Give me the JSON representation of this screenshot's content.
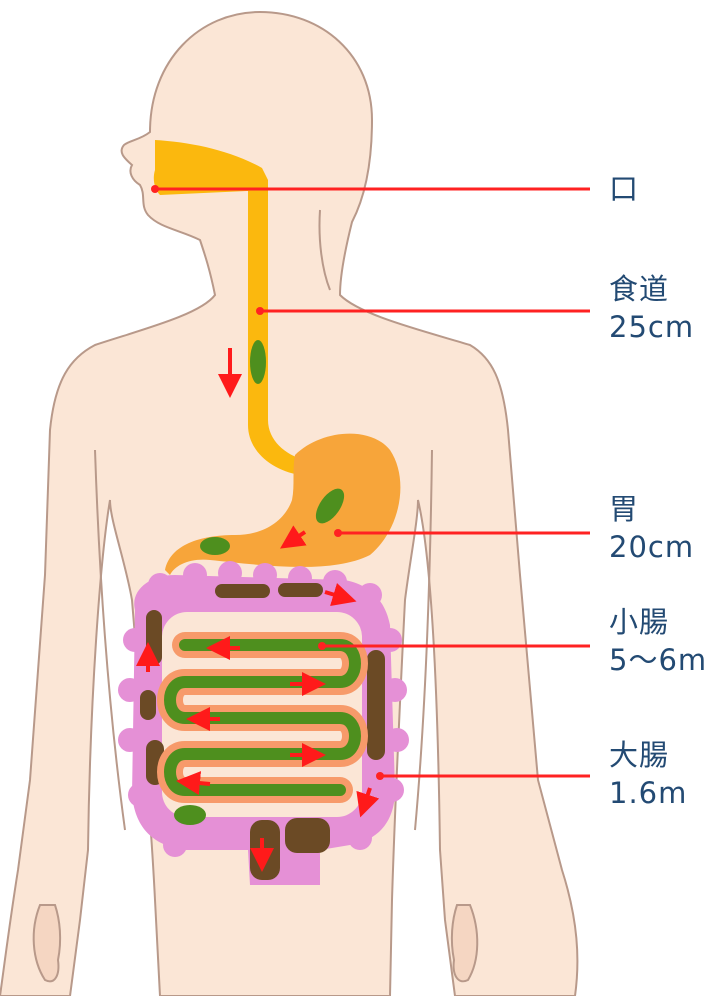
{
  "organs": [
    {
      "id": "mouth",
      "name": "口",
      "length": ""
    },
    {
      "id": "esophagus",
      "name": "食道",
      "length": "25cm"
    },
    {
      "id": "stomach",
      "name": "胃",
      "length": "20cm"
    },
    {
      "id": "small-intestine",
      "name": "小腸",
      "length": "5〜6m"
    },
    {
      "id": "large-intestine",
      "name": "大腸",
      "length": "1.6m"
    }
  ],
  "colors": {
    "skin": "#fbe6d6",
    "outline": "#b8998a",
    "esophagus": "#fbb80e",
    "stomach": "#f7a53a",
    "small_intestine_wall": "#f79a6a",
    "small_intestine_content": "#4e8f1e",
    "large_intestine_wall": "#e590d6",
    "large_intestine_content": "#6b4a25",
    "leader_line": "#ff2222",
    "arrow": "#ff1a1a",
    "label": "#234a73"
  }
}
